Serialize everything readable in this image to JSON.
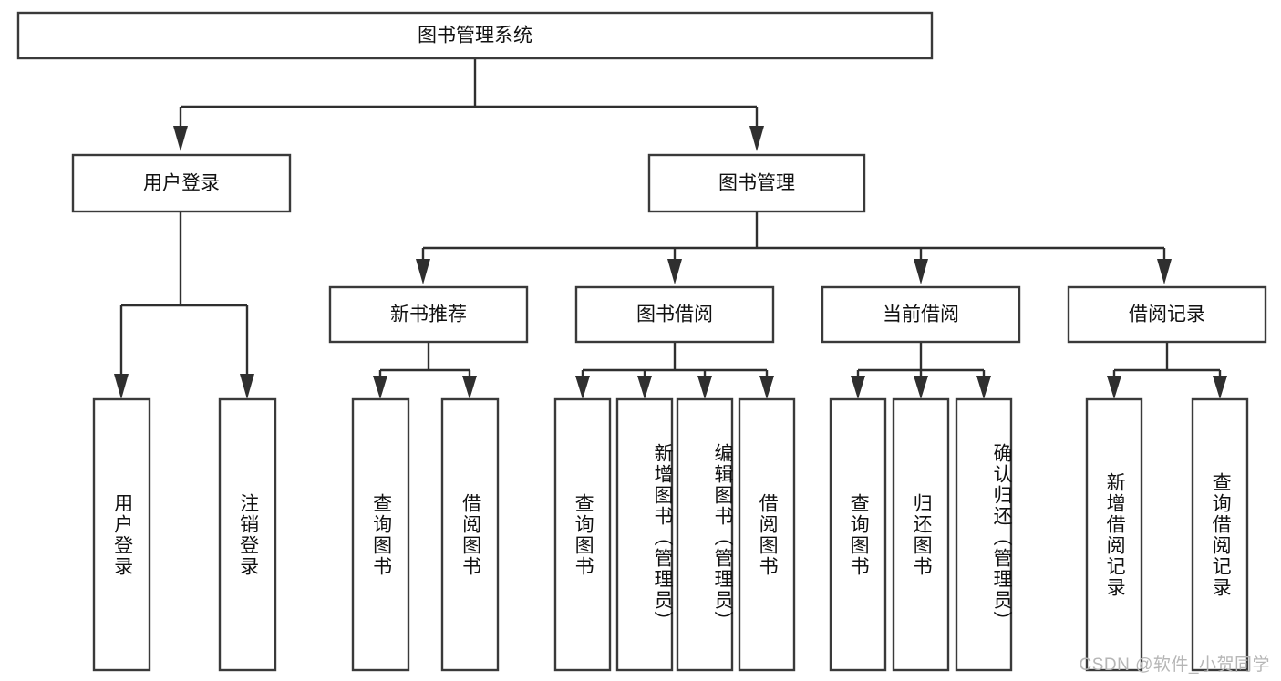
{
  "diagram": {
    "title": "图书管理系统",
    "type": "tree",
    "watermark": "CSDN @软件_小贺同学",
    "colors": {
      "box_stroke": "#3a3a3a",
      "connector": "#2f2f2f",
      "box_fill": "#ffffff",
      "text": "#111111",
      "watermark": "#b6b6b6",
      "background": "#ffffff"
    },
    "root": {
      "label": "图书管理系统"
    },
    "level2": [
      {
        "label": "用户登录"
      },
      {
        "label": "图书管理"
      }
    ],
    "level3": [
      {
        "label": "新书推荐"
      },
      {
        "label": "图书借阅"
      },
      {
        "label": "当前借阅"
      },
      {
        "label": "借阅记录"
      }
    ],
    "leaves": {
      "user_login": [
        {
          "label": "用户登录"
        },
        {
          "label": "注销登录"
        }
      ],
      "new_book_recommend": [
        {
          "label": "查询图书"
        },
        {
          "label": "借阅图书"
        }
      ],
      "book_borrow": [
        {
          "label": "查询图书"
        },
        {
          "label": "新增图书（管理员）"
        },
        {
          "label": "编辑图书（管理员）"
        },
        {
          "label": "借阅图书"
        }
      ],
      "current_borrow": [
        {
          "label": "查询图书"
        },
        {
          "label": "归还图书"
        },
        {
          "label": "确认归还（管理员）"
        }
      ],
      "borrow_records": [
        {
          "label": "新增借阅记录"
        },
        {
          "label": "查询借阅记录"
        }
      ]
    },
    "edges": [
      {
        "from": "图书管理系统",
        "to": "用户登录"
      },
      {
        "from": "图书管理系统",
        "to": "图书管理"
      },
      {
        "from": "图书管理",
        "to": "新书推荐"
      },
      {
        "from": "图书管理",
        "to": "图书借阅"
      },
      {
        "from": "图书管理",
        "to": "当前借阅"
      },
      {
        "from": "图书管理",
        "to": "借阅记录"
      },
      {
        "from": "用户登录",
        "to": "用户登录"
      },
      {
        "from": "用户登录",
        "to": "注销登录"
      },
      {
        "from": "新书推荐",
        "to": "查询图书"
      },
      {
        "from": "新书推荐",
        "to": "借阅图书"
      },
      {
        "from": "图书借阅",
        "to": "查询图书"
      },
      {
        "from": "图书借阅",
        "to": "新增图书（管理员）"
      },
      {
        "from": "图书借阅",
        "to": "编辑图书（管理员）"
      },
      {
        "from": "图书借阅",
        "to": "借阅图书"
      },
      {
        "from": "当前借阅",
        "to": "查询图书"
      },
      {
        "from": "当前借阅",
        "to": "归还图书"
      },
      {
        "from": "当前借阅",
        "to": "确认归还（管理员）"
      },
      {
        "from": "借阅记录",
        "to": "新增借阅记录"
      },
      {
        "from": "借阅记录",
        "to": "查询借阅记录"
      }
    ]
  }
}
